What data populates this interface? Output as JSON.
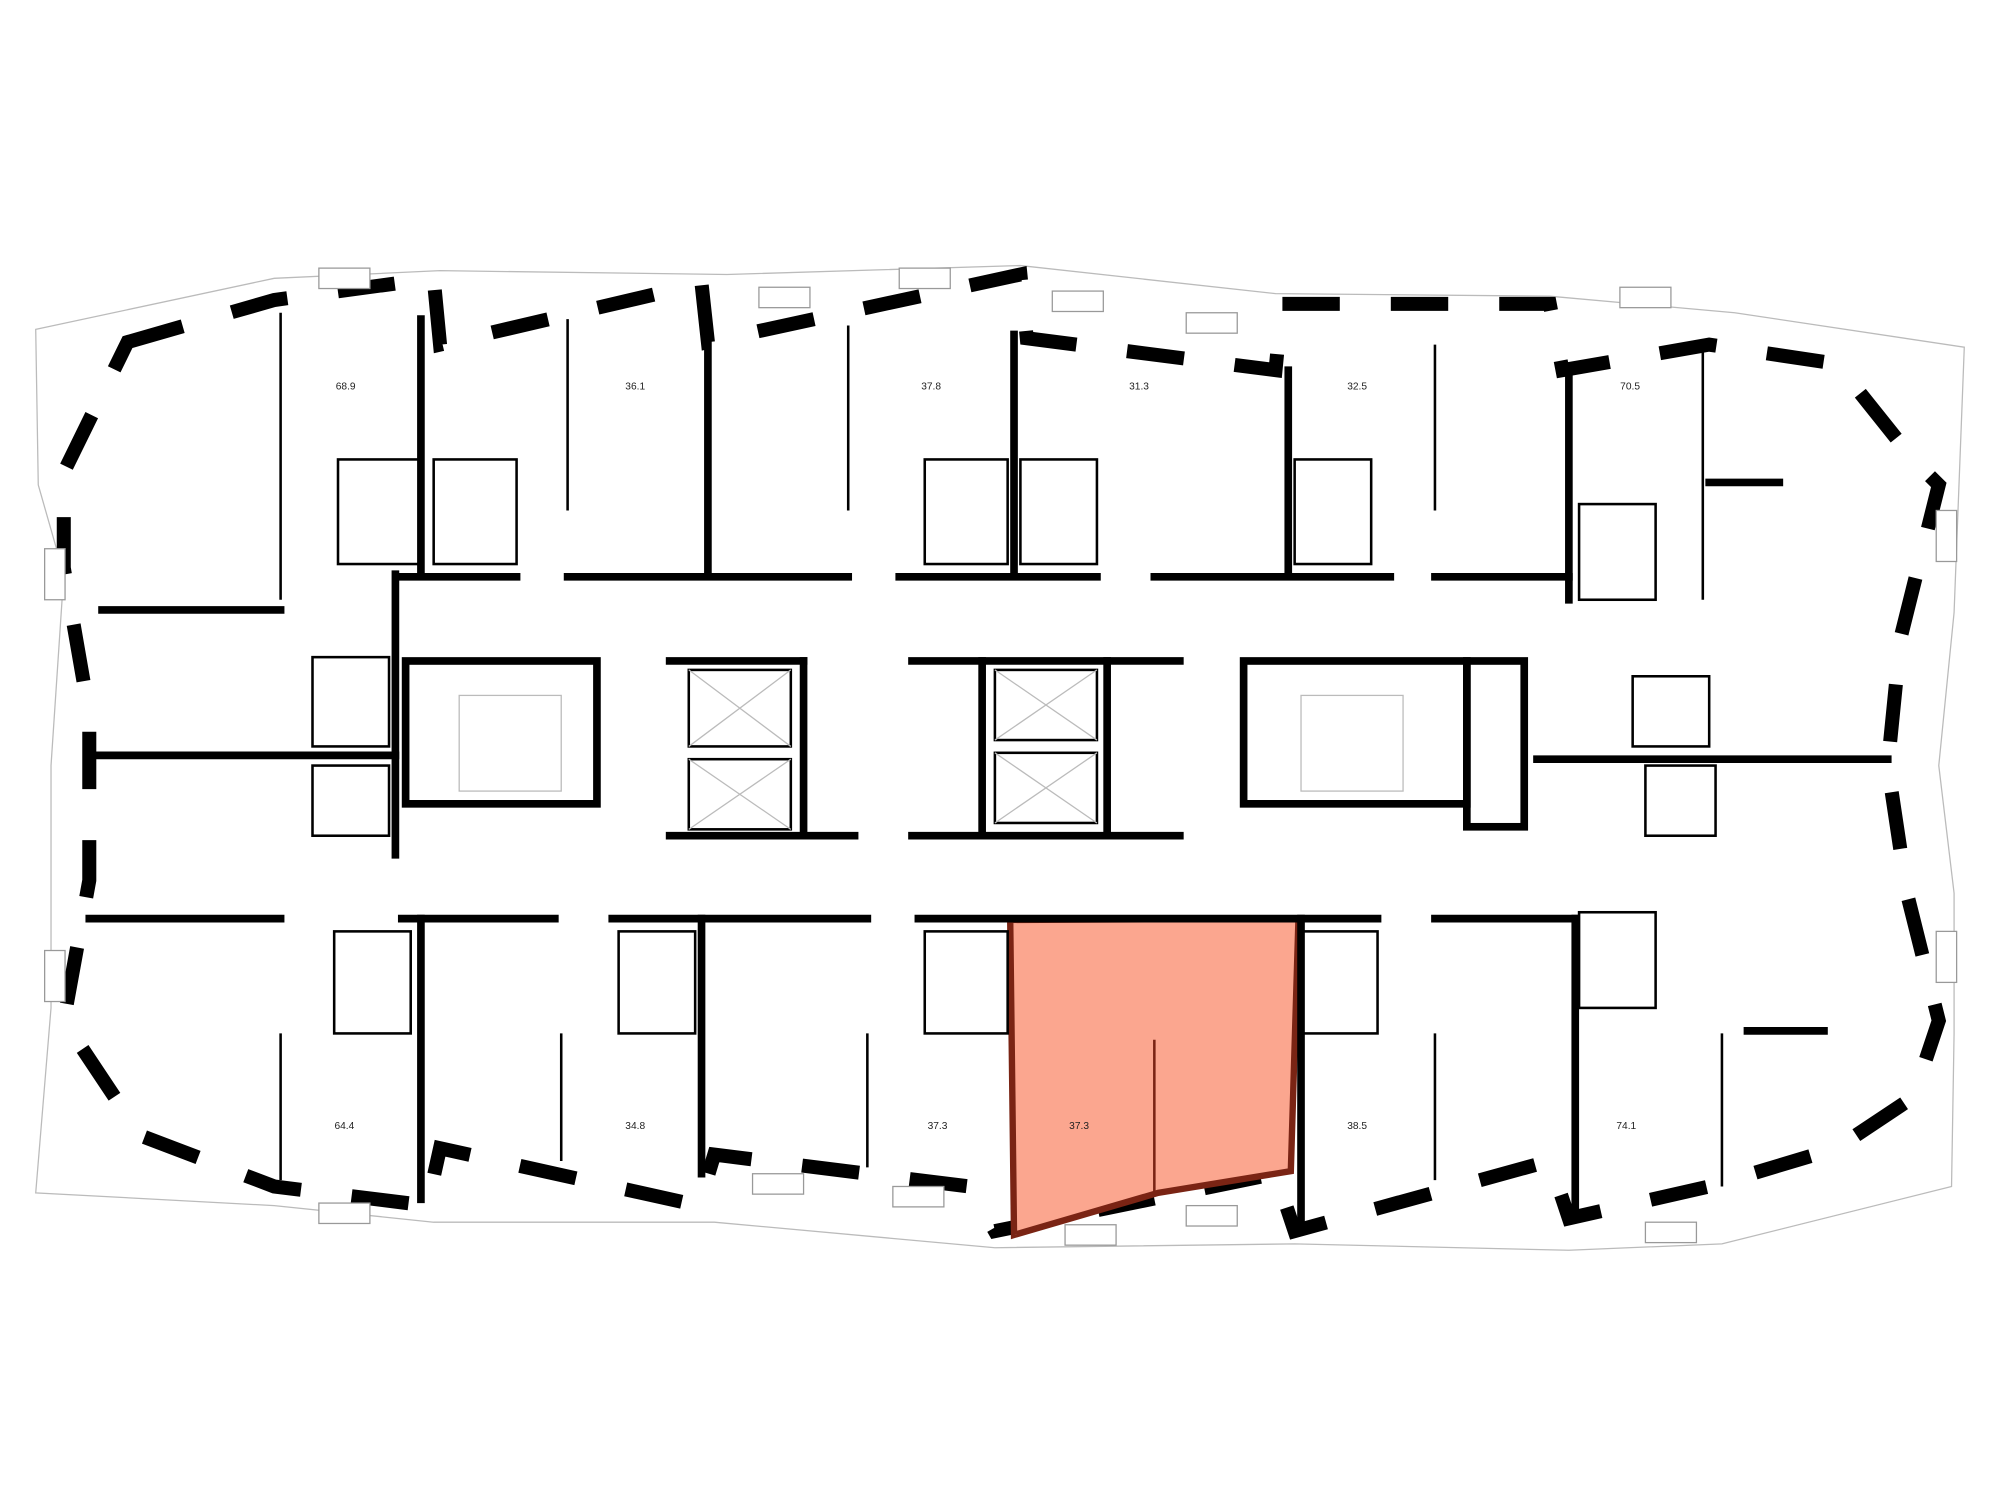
{
  "plan": {
    "highlight_color": "#fba68f",
    "highlight_border": "#7a2414",
    "apartments": [
      {
        "area": "68.9",
        "row": "top"
      },
      {
        "area": "36.1",
        "row": "top"
      },
      {
        "area": "37.8",
        "row": "top"
      },
      {
        "area": "31.3",
        "row": "top"
      },
      {
        "area": "32.5",
        "row": "top"
      },
      {
        "area": "70.5",
        "row": "top"
      },
      {
        "area": "64.4",
        "row": "bottom"
      },
      {
        "area": "34.8",
        "row": "bottom"
      },
      {
        "area": "37.3",
        "row": "bottom"
      },
      {
        "area": "37.3",
        "row": "bottom",
        "highlighted": true
      },
      {
        "area": "38.5",
        "row": "bottom"
      },
      {
        "area": "74.1",
        "row": "bottom"
      }
    ]
  }
}
